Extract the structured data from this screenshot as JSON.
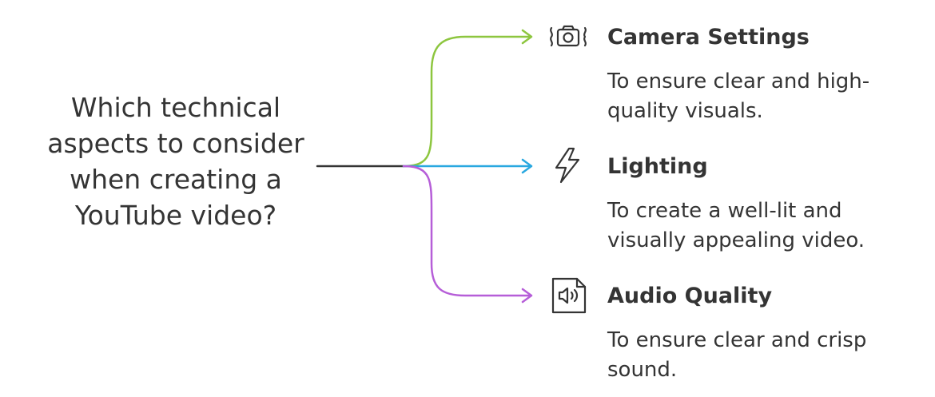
{
  "question": {
    "lines": [
      "Which technical",
      "aspects to consider",
      "when creating a",
      "YouTube video?"
    ]
  },
  "branches": [
    {
      "title": "Camera Settings",
      "description_lines": [
        "To ensure clear and high-",
        "quality visuals."
      ],
      "icon": "camera-icon",
      "color": "#8dc63f"
    },
    {
      "title": "Lighting",
      "description_lines": [
        "To create a well-lit and",
        "visually appealing video."
      ],
      "icon": "lightning-bolt-icon",
      "color": "#29a8e0"
    },
    {
      "title": "Audio Quality",
      "description_lines": [
        "To ensure clear and crisp",
        "sound."
      ],
      "icon": "audio-file-icon",
      "color": "#b65ed8"
    }
  ],
  "colors": {
    "text": "#343434",
    "stem": "#343434"
  }
}
